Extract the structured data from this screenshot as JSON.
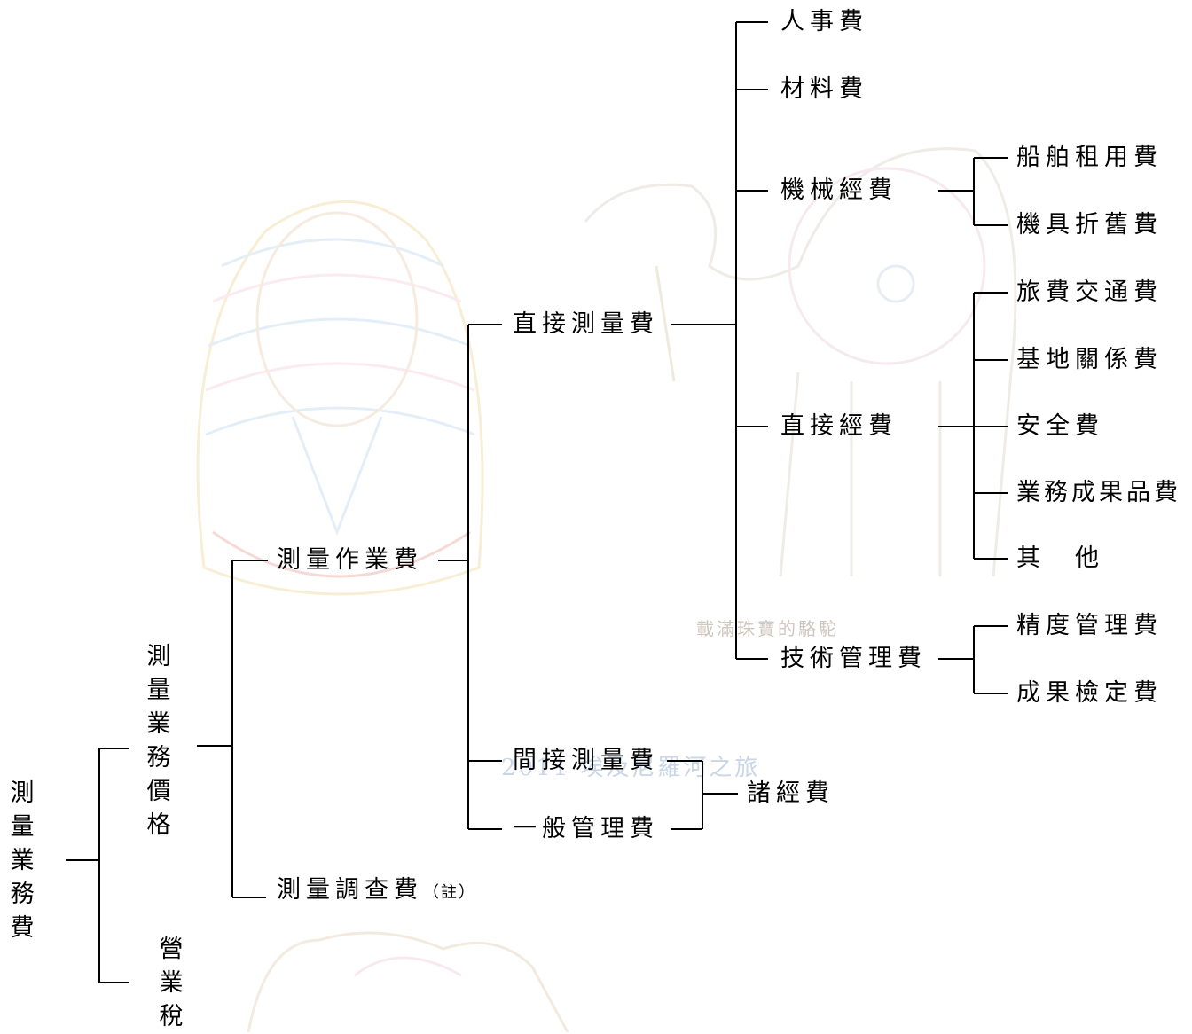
{
  "nodes": {
    "survey_business_fee": "測\n量\n業\n務\n費",
    "survey_price": "測\n量\n業\n務\n價\n格",
    "business_tax": "營\n業\n稅",
    "survey_operation_fee": "測量作業費",
    "survey_investigation_fee": "測量調查費",
    "investigation_note": "（註）",
    "direct_survey_fee": "直接測量費",
    "indirect_survey_fee": "間接測量費",
    "general_management_fee": "一般管理費",
    "misc_expenses": "諸經費",
    "personnel_fee": "人事費",
    "material_fee": "材料費",
    "machinery_expense": "機械經費",
    "direct_expense": "直接經費",
    "technical_management_fee": "技術管理費",
    "ship_rental_fee": "船舶租用費",
    "equipment_depreciation_fee": "機具折舊費",
    "travel_transport_fee": "旅費交通費",
    "base_relation_fee": "基地關係費",
    "safety_fee": "安全費",
    "deliverable_fee": "業務成果品費",
    "others": "其　他",
    "precision_management_fee": "精度管理費",
    "result_inspection_fee": "成果檢定費"
  },
  "watermarks": {
    "trip_caption": "2011 埃及尼羅河之旅",
    "camel_caption": "載滿珠寶的駱駝"
  },
  "colors": {
    "line": "#000000",
    "watermark_blue": "#c9d6e8",
    "watermark_brown": "#cfc6be"
  }
}
